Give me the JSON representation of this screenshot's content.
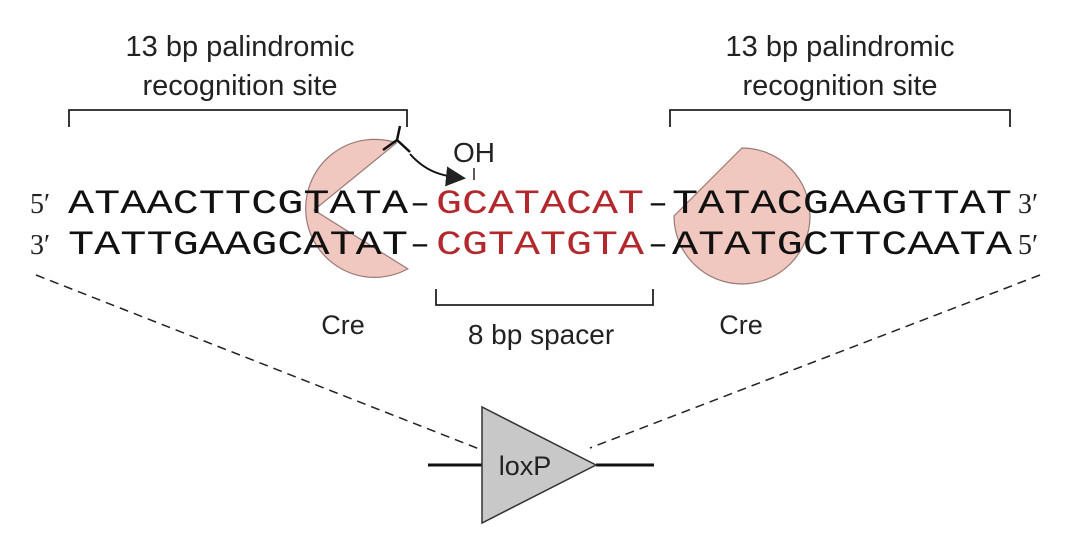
{
  "left_site": {
    "title_line1": "13 bp palindromic",
    "title_line2": "recognition site"
  },
  "right_site": {
    "title_line1": "13 bp palindromic",
    "title_line2": "recognition site"
  },
  "hydroxyl_label": "OH",
  "top_strand": {
    "end5": "5′",
    "left_arm": "ATAACTTCGTATA",
    "dash1": "–",
    "spacer": "GCATACAT",
    "dash2": "–",
    "right_arm": "TATACGAAGTTAT",
    "end3": "3′"
  },
  "bottom_strand": {
    "end3": "3′",
    "left_arm": "TATTGAAGCATAT",
    "dash1": "–",
    "spacer": "CGTATGTA",
    "dash2": "–",
    "right_arm": "ATATGCTTCAATA",
    "end5": "5′"
  },
  "enzyme_left_label": "Cre",
  "enzyme_right_label": "Cre",
  "spacer_label": "8 bp spacer",
  "loxp_label": "loxP",
  "colors": {
    "spacer_text": "#b3282d",
    "sequence_text": "#111111",
    "cre_fill": "#f1c8c0",
    "cre_stroke": "#9a7a75",
    "loxp_fill": "#c8c8c8",
    "line": "#222222"
  }
}
